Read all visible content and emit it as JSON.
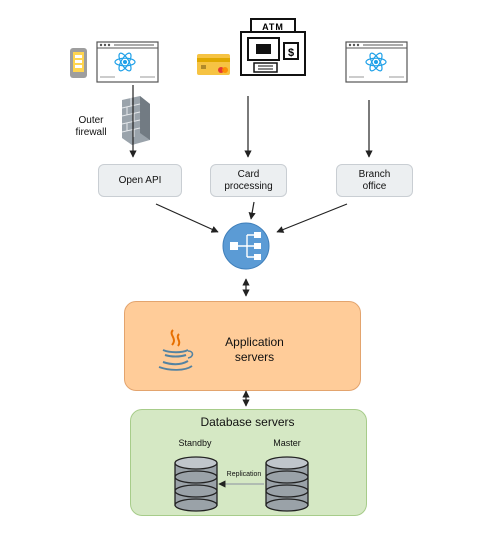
{
  "icons": {
    "mobile": "mobile-phone-icon",
    "browser": "browser-window-react-icon",
    "card": "credit-card-icon",
    "atm": "atm-machine-icon",
    "firewall": "brick-firewall-icon",
    "load_balancer": "load-balancer-icon",
    "java": "java-coffee-cup-icon",
    "database": "database-stack-icon"
  },
  "labels": {
    "atm": "ATM",
    "firewall": "Outer firewall",
    "open_api": "Open API",
    "card_processing": "Card processing",
    "branch_office": "Branch office",
    "app_servers": "Application servers",
    "db_servers": "Database servers",
    "standby": "Standby",
    "master": "Master",
    "replication": "Replication"
  },
  "colors": {
    "app_fill": "#ffcc99",
    "db_fill": "#d5e8c4",
    "lb_fill": "#5b9bd5",
    "react": "#1ea0e8"
  }
}
